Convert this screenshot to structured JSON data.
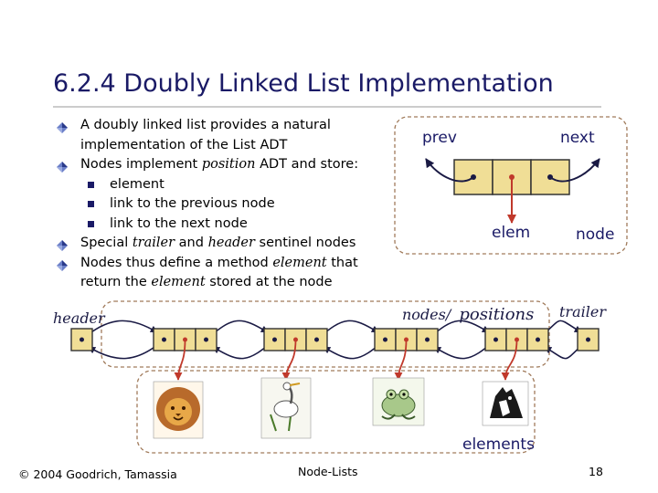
{
  "title": "6.2.4  Doubly Linked List Implementation",
  "bullets": [
    {
      "parts": [
        {
          "t": "A doubly linked list provides a natural implementation of the List ADT"
        }
      ]
    },
    {
      "parts": [
        {
          "t": "Nodes implement "
        },
        {
          "t": "position",
          "i": true
        },
        {
          "t": " ADT and store:"
        }
      ]
    },
    {
      "parts": [
        {
          "t": "element"
        }
      ],
      "sub": true
    },
    {
      "parts": [
        {
          "t": "link to the previous node"
        }
      ],
      "sub": true
    },
    {
      "parts": [
        {
          "t": "link to the next node"
        }
      ],
      "sub": true
    },
    {
      "parts": [
        {
          "t": "Special "
        },
        {
          "t": "trailer",
          "i": true
        },
        {
          "t": " and "
        },
        {
          "t": "header",
          "i": true
        },
        {
          "t": " sentinel nodes"
        }
      ]
    },
    {
      "parts": [
        {
          "t": "Nodes thus define a method "
        },
        {
          "t": "element",
          "i": true
        },
        {
          "t": " that return the "
        },
        {
          "t": "element",
          "i": true
        },
        {
          "t": " stored at the node"
        }
      ]
    }
  ],
  "node_diagram": {
    "prev": "prev",
    "next": "next",
    "elem": "elem",
    "node": "node"
  },
  "list_diagram": {
    "header": "header",
    "trailer": "trailer",
    "nodes": "nodes/",
    "positions": "positions",
    "elements": "elements"
  },
  "pictures": [
    "lion-picture",
    "heron-picture",
    "frog-picture",
    "horse-picture"
  ],
  "footer": {
    "copyright": "© 2004 Goodrich, Tamassia",
    "center": "Node-Lists",
    "page": "18"
  },
  "colors": {
    "box_fill": "#f0de96",
    "accent": "#c0392b",
    "title": "#1a1a66",
    "dashed": "#a07a5a"
  }
}
